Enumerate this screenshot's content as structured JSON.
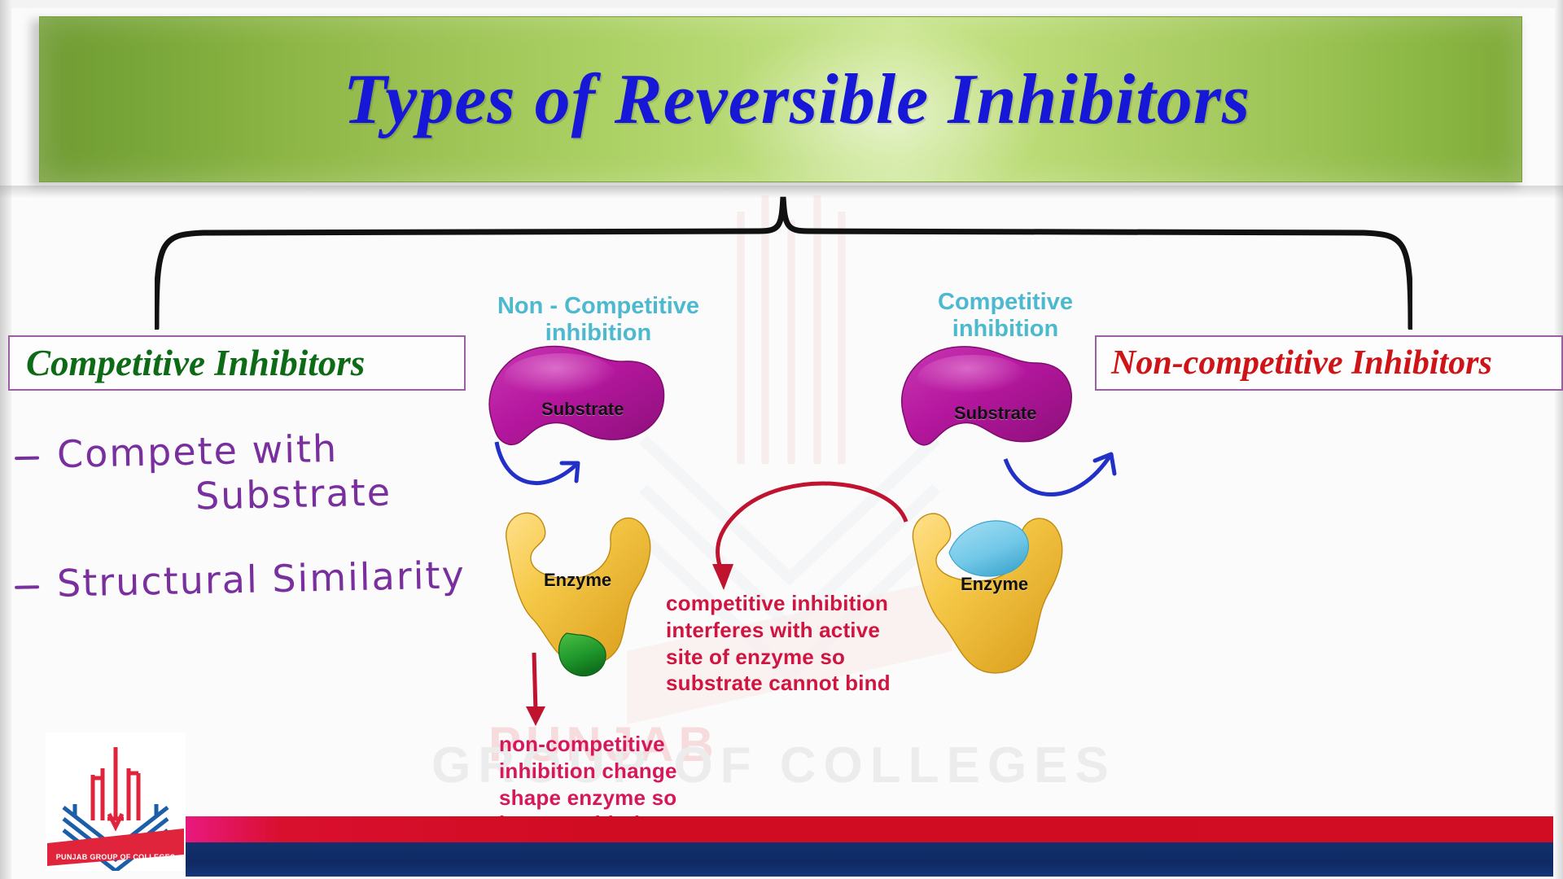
{
  "slide": {
    "title": "Types of Reversible Inhibitors",
    "background_color": "#fbfbfb"
  },
  "colors": {
    "title_text": "#1717d8",
    "banner_green": "#9cc254",
    "left_heading": "#0d6b16",
    "right_heading": "#cf1418",
    "handwriting_ink": "#7a2f9e",
    "teal_label": "#4cb9cf",
    "red_note": "#d6175a",
    "box_border": "#9a5fa0",
    "footer_red": "#d00c22",
    "footer_blue": "#13306e",
    "enzyme_yellow": "#f5c43f",
    "substrate_magenta": "#b5179e",
    "inhibitor_green": "#1f9e2e",
    "inhibitor_blue": "#72c8e8"
  },
  "left_panel": {
    "heading": "Competitive Inhibitors",
    "notes": [
      {
        "bullet": "-",
        "line1": "Compete  with",
        "line2": "Substrate"
      },
      {
        "bullet": "-",
        "line1": "Structural Similarity",
        "line2": ""
      }
    ]
  },
  "right_panel": {
    "heading": "Non-competitive Inhibitors"
  },
  "diagram": {
    "left_figure": {
      "caption": "Non - Competitive\ninhibition",
      "substrate_label": "Substrate",
      "enzyme_label": "Enzyme",
      "inhibitor_color_name": "green"
    },
    "right_figure": {
      "caption": "Competitive\ninhibition",
      "substrate_label": "Substrate",
      "enzyme_label": "Enzyme",
      "inhibitor_color_name": "blue"
    },
    "annotations": {
      "competitive_note": "competitive inhibition\ninterferes with active\nsite of enzyme so\nsubstrate cannot bind",
      "noncompetitive_note": "non-competitive\ninhibition change\nshape enzyme so\nit cannot bind to"
    }
  },
  "watermark": {
    "text": "GROUP  OF  COLLEGES",
    "red_text": "PUNJAB"
  },
  "logo": {
    "caption": "PUNJAB GROUP OF COLLEGES",
    "name": "punjab-group-of-colleges-logo"
  }
}
